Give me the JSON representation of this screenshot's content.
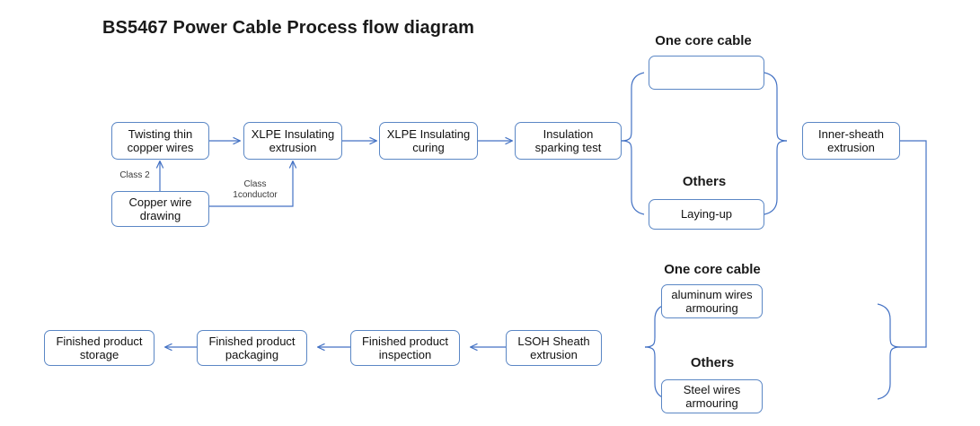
{
  "page": {
    "title": "BS5467 Power Cable Process flow diagram",
    "background_color": "#ffffff",
    "box_border_color": "#5B87C5",
    "connector_color": "#4472C4",
    "thick_arrow_color": "#3A5FAB",
    "text_color": "#111111"
  },
  "nodes": {
    "twisting_thin_copper_wires": "Twisting thin\ncopper wires",
    "copper_wire_drawing": "Copper wire\ndrawing",
    "xlpe_insulating_extrusion": "XLPE Insulating\nextrusion",
    "xlpe_insulating_curing": "XLPE Insulating\ncuring",
    "insulation_sparking_test": "Insulation\nsparking test",
    "one_core_cable_arrow": "",
    "laying_up": "Laying-up",
    "inner_sheath_extrusion": "Inner-sheath\nextrusion",
    "aluminum_wires_armouring": "aluminum wires\narmouring",
    "steel_wires_armouring": "Steel wires\narmouring",
    "lsoh_sheath_extrusion": "LSOH Sheath\nextrusion",
    "finished_product_inspection": "Finished product\ninspection",
    "finished_product_packaging": "Finished product\npackaging",
    "finished_product_storage": "Finished product\nstorage"
  },
  "edge_labels": {
    "class_2": "Class 2",
    "class_1_conductor": "Class 1\nconductor"
  },
  "group_labels": {
    "one_core_cable_top": "One core cable",
    "others_top": "Others",
    "one_core_cable_bottom": "One core cable",
    "others_bottom": "Others"
  }
}
